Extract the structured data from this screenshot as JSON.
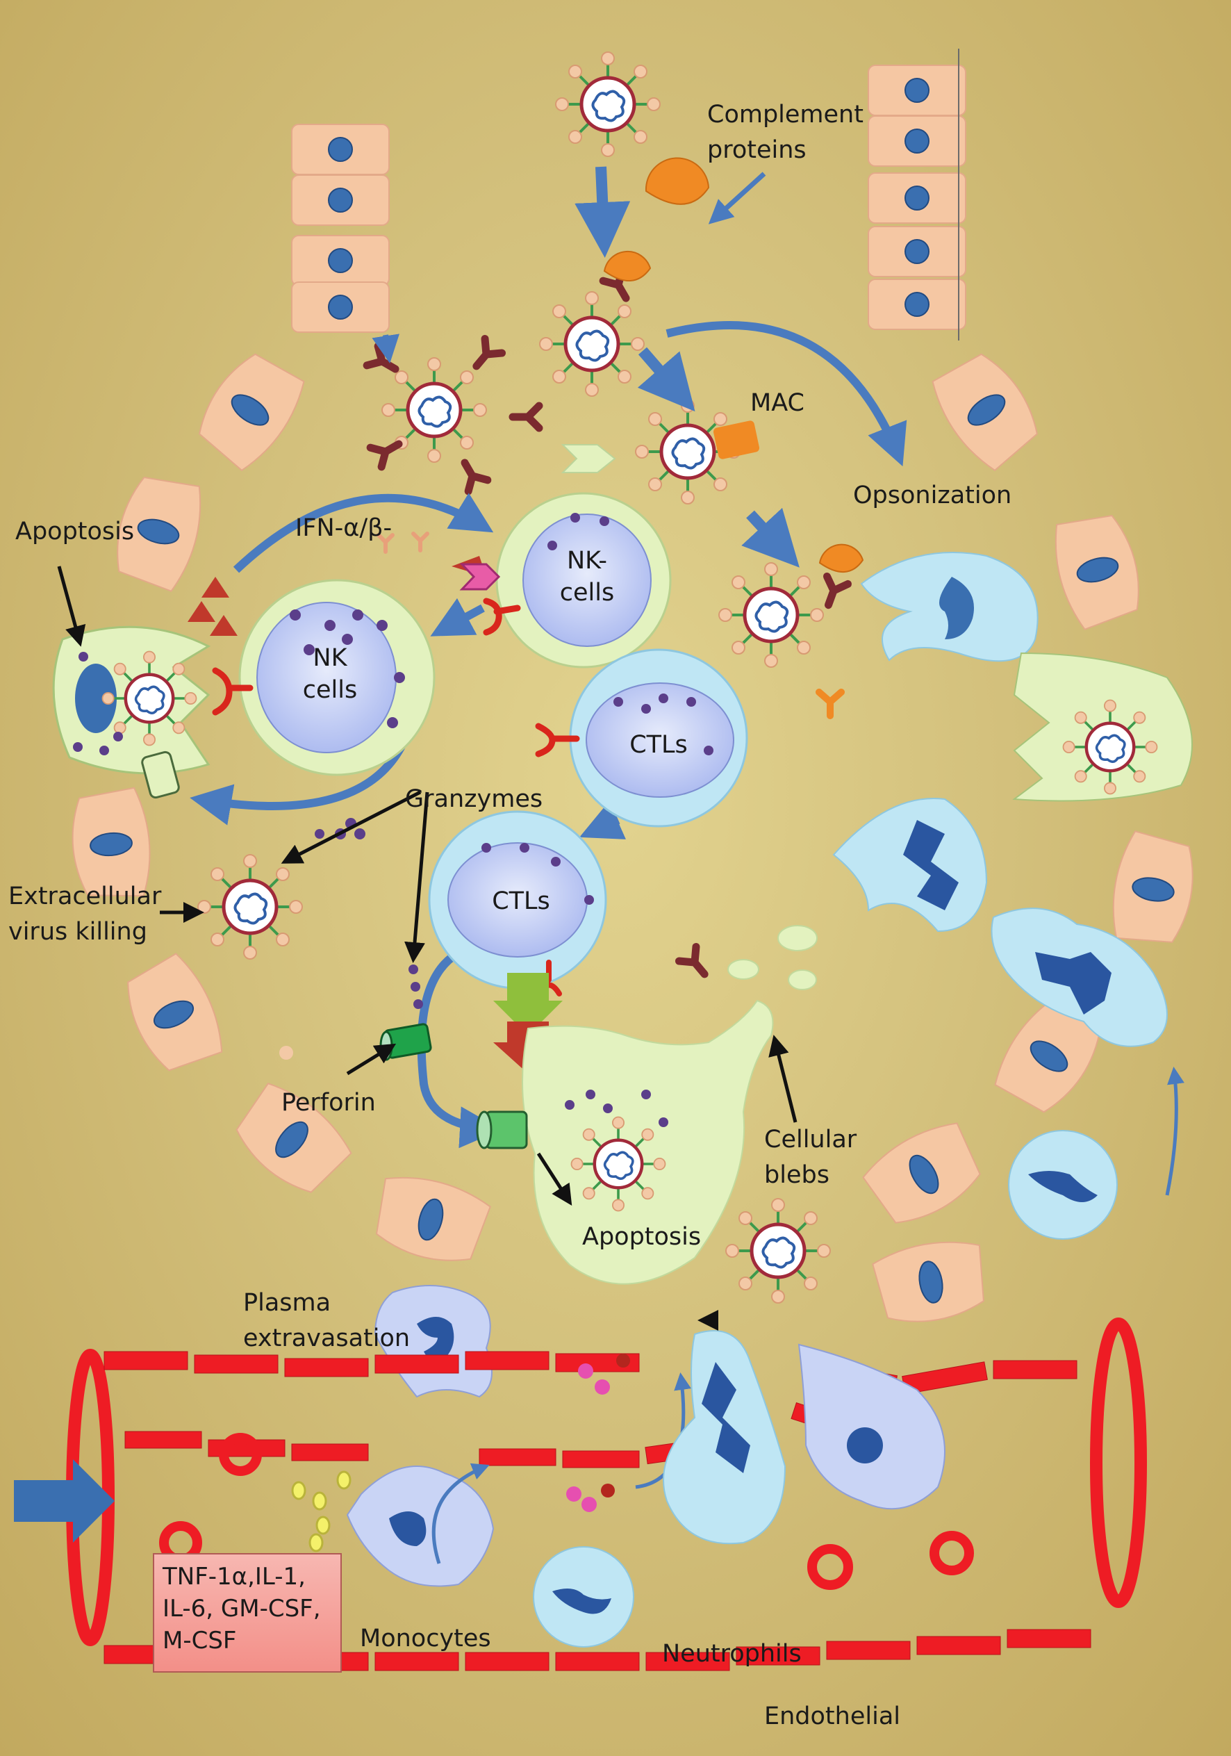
{
  "labels": {
    "complement_proteins": "Complement\nproteins",
    "mac": "MAC",
    "opsonization": "Opsonization",
    "apoptosis_left": "Apoptosis",
    "ifn": "IFN-α/β-",
    "nk_cells_upper": "NK-\ncells",
    "nk_cells_left": "NK\ncells",
    "ctls_upper": "CTLs",
    "ctls_lower": "CTLs",
    "granzymes": "Granzymes",
    "extracellular_virus_killing": "Extracellular\nvirus killing",
    "perforin": "Perforin",
    "apoptosis_center": "Apoptosis",
    "cellular_blebs": "Cellular\nblebs",
    "plasma_extravasation": "Plasma\nextravasation",
    "cytokines": "TNF-1α,IL-1,\nIL-6, GM-CSF,\nM-CSF",
    "monocytes": "Monocytes",
    "neutrophils": "Neutrophils",
    "endothelial": "Endothelial"
  },
  "colors": {
    "background": "#d3c07c",
    "epithelial_cell": "#f5c7a3",
    "nucleus": "#3a6fb0",
    "infected_cell": "#e3f2bf",
    "nk_ctl_nucleus": "#c9d4f5",
    "antibody": "#7b2a2f",
    "complement": "#f08a24",
    "phagocyte": "#bfe6f4",
    "vessel": "#ee1c24",
    "arrow": "#4a7bbf",
    "granule": "#5b3e8a"
  }
}
